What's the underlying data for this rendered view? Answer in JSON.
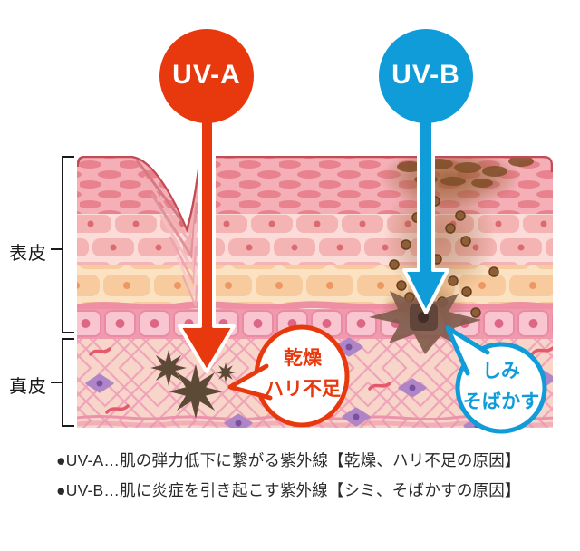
{
  "uv_rays": {
    "uva": {
      "label": "UV-A",
      "color": "#e8380d"
    },
    "uvb": {
      "label": "UV-B",
      "color": "#0f9cd8"
    }
  },
  "skin_layers": {
    "epidermis": "表皮",
    "dermis": "真皮"
  },
  "callouts": {
    "uva_effects": {
      "line1": "乾燥",
      "line2": "ハリ不足",
      "color": "#e8380d"
    },
    "uvb_effects": {
      "line1": "しみ",
      "line2": "そばかす",
      "color": "#0f9cd8"
    }
  },
  "legend": {
    "uva_description": "●UV-A…肌の弾力低下に繋がる紫外線【乾燥、ハリ不足の原因】",
    "uvb_description": "●UV-B…肌に炎症を引き起こす紫外線【シミ、そばかすの原因】"
  }
}
